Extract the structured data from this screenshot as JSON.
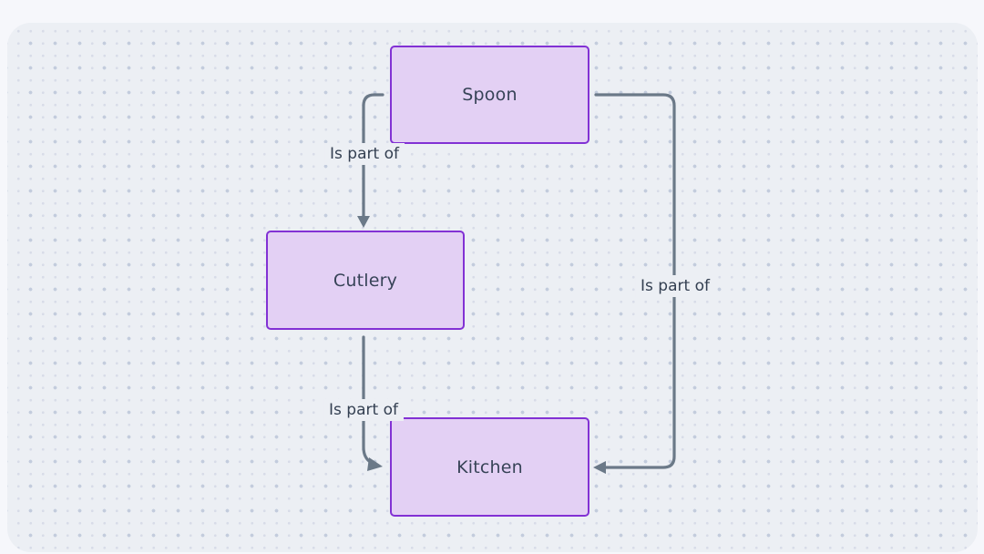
{
  "diagram": {
    "type": "flowchart",
    "direction": "top-down",
    "nodes": [
      {
        "id": "spoon",
        "label": "Spoon"
      },
      {
        "id": "cutlery",
        "label": "Cutlery"
      },
      {
        "id": "kitchen",
        "label": "Kitchen"
      }
    ],
    "edges": [
      {
        "from": "spoon",
        "to": "cutlery",
        "label": "Is part of"
      },
      {
        "from": "cutlery",
        "to": "kitchen",
        "label": "Is part of"
      },
      {
        "from": "spoon",
        "to": "kitchen",
        "label": "Is part of"
      }
    ],
    "colors": {
      "page_background": "#f6f7fb",
      "canvas_background": "#eceff4",
      "dot_major": "#c3ccdd",
      "dot_minor": "#d8dce8",
      "node_fill": "#e3d0f4",
      "node_border": "#8231d4",
      "edge_line": "#6b7988",
      "text": "#374357"
    }
  }
}
